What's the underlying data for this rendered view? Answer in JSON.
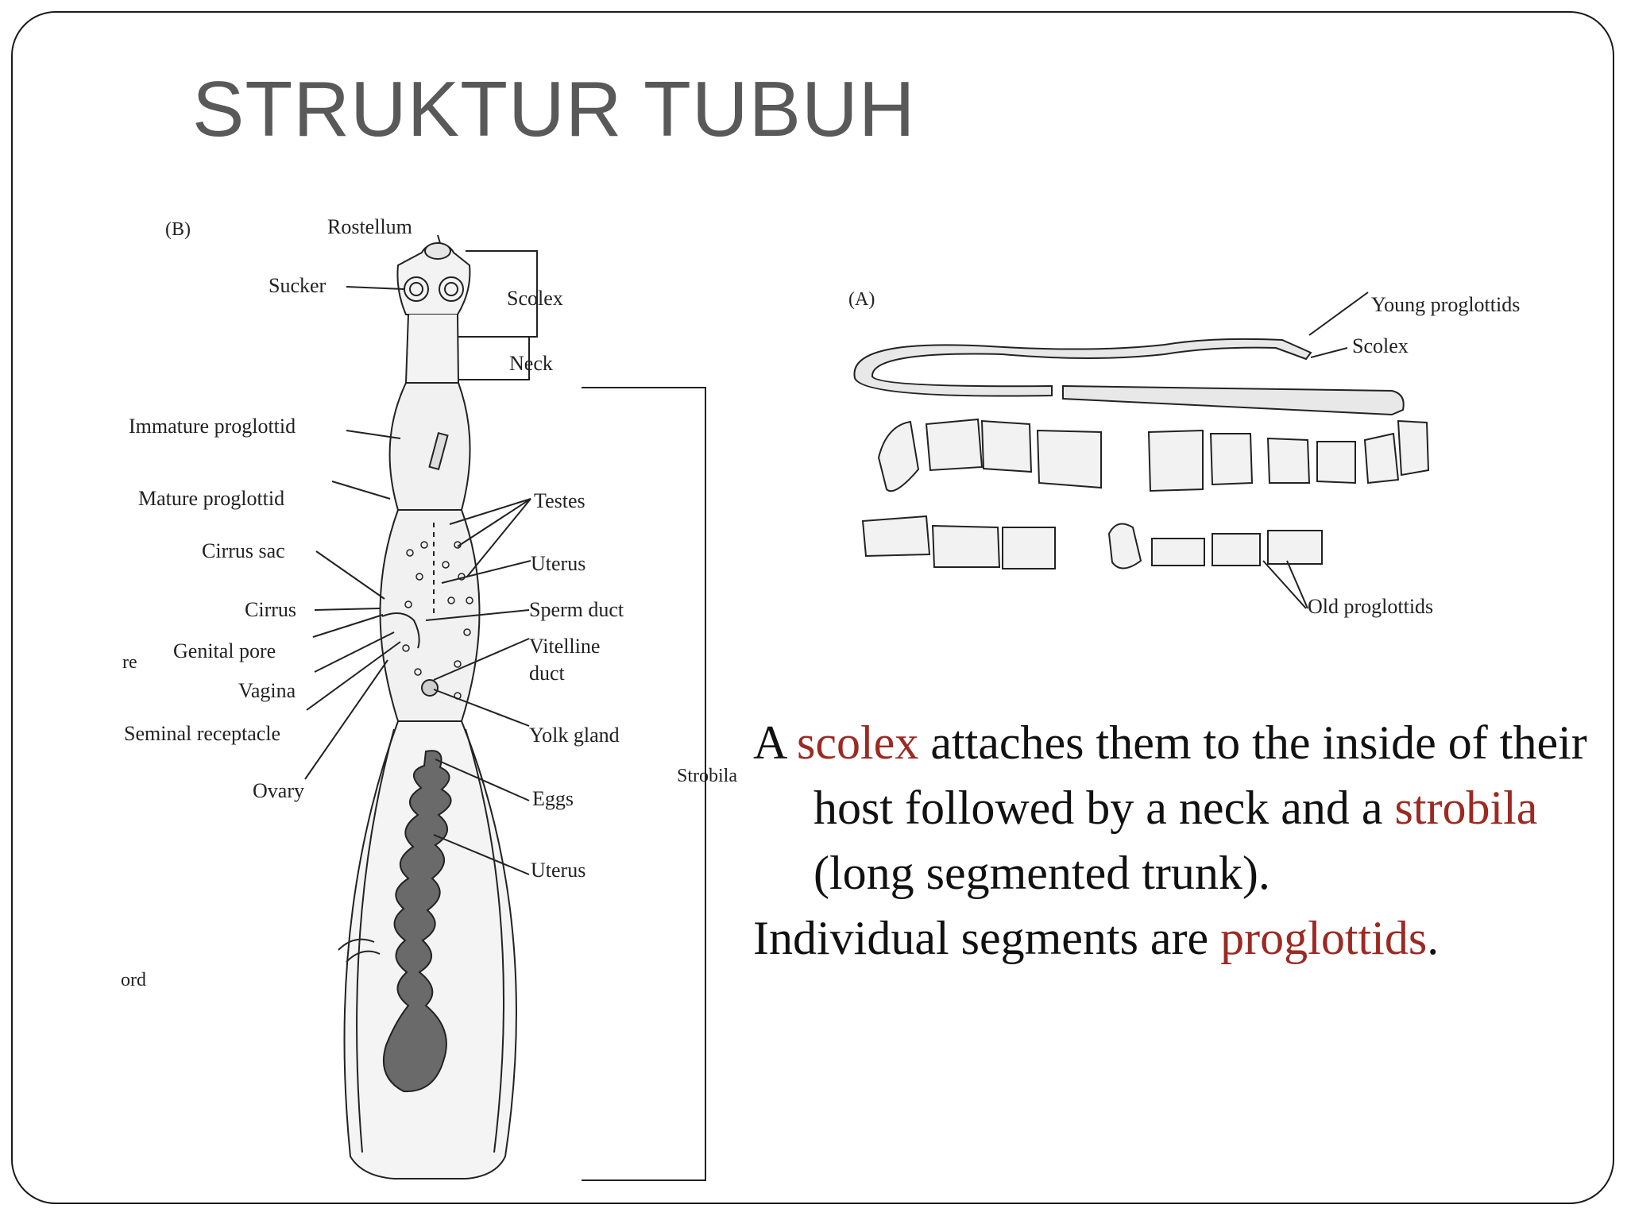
{
  "slide": {
    "title": "STRUKTUR TUBUH"
  },
  "diagram_b": {
    "panel_label": "(B)",
    "labels": {
      "rostellum": "Rostellum",
      "sucker": "Sucker",
      "scolex": "Scolex",
      "neck": "Neck",
      "immature_proglottid": "Immature proglottid",
      "mature_proglottid": "Mature proglottid",
      "testes": "Testes",
      "cirrus_sac": "Cirrus sac",
      "uterus_upper": "Uterus",
      "cirrus": "Cirrus",
      "sperm_duct": "Sperm duct",
      "genital_pore": "Genital pore",
      "vitelline_duct_1": "Vitelline",
      "vitelline_duct_2": "duct",
      "vagina": "Vagina",
      "seminal_receptacle": "Seminal receptacle",
      "yolk_gland": "Yolk gland",
      "strobila": "Strobila",
      "ovary": "Ovary",
      "eggs": "Eggs",
      "uterus_lower": "Uterus",
      "margin_fragment_1": "re",
      "margin_fragment_2": "ord"
    }
  },
  "diagram_a": {
    "panel_label": "(A)",
    "labels": {
      "young_proglottids": "Young proglottids",
      "scolex": "Scolex",
      "old_proglottids": "Old proglottids"
    }
  },
  "body_text": {
    "p1": {
      "s1": "A ",
      "term1": "scolex",
      "s2": " attaches them to the inside of their host followed by a neck and a ",
      "term2": "strobila",
      "s3": " (long segmented trunk)."
    },
    "p2": {
      "s1": "Individual segments are ",
      "term1": "proglottids",
      "s2": "."
    }
  },
  "colors": {
    "title": "#595959",
    "highlight": "#9b2a22",
    "text": "#111111"
  }
}
